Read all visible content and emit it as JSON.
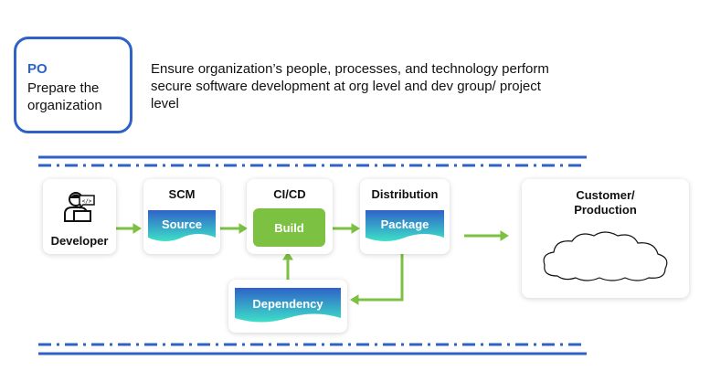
{
  "po": {
    "label": "PO",
    "text": "Prepare the organization"
  },
  "description": "Ensure organization’s people, processes, and technology perform secure software development at org level and dev group/ project level",
  "nodes": {
    "developer": {
      "label": "Developer",
      "icon": "developer-laptop-icon"
    },
    "scm": {
      "title": "SCM",
      "box": "Source"
    },
    "cicd": {
      "title": "CI/CD",
      "box": "Build"
    },
    "distribution": {
      "title": "Distribution",
      "box": "Package"
    },
    "dependency": {
      "box": "Dependency"
    },
    "customer": {
      "title": "Customer/ Production",
      "icon": "cloud-icon"
    }
  },
  "colors": {
    "blue": "#2f62c9",
    "green": "#7cc142",
    "wave_top": "#2f62c9",
    "wave_bottom": "#3ee0c8"
  }
}
